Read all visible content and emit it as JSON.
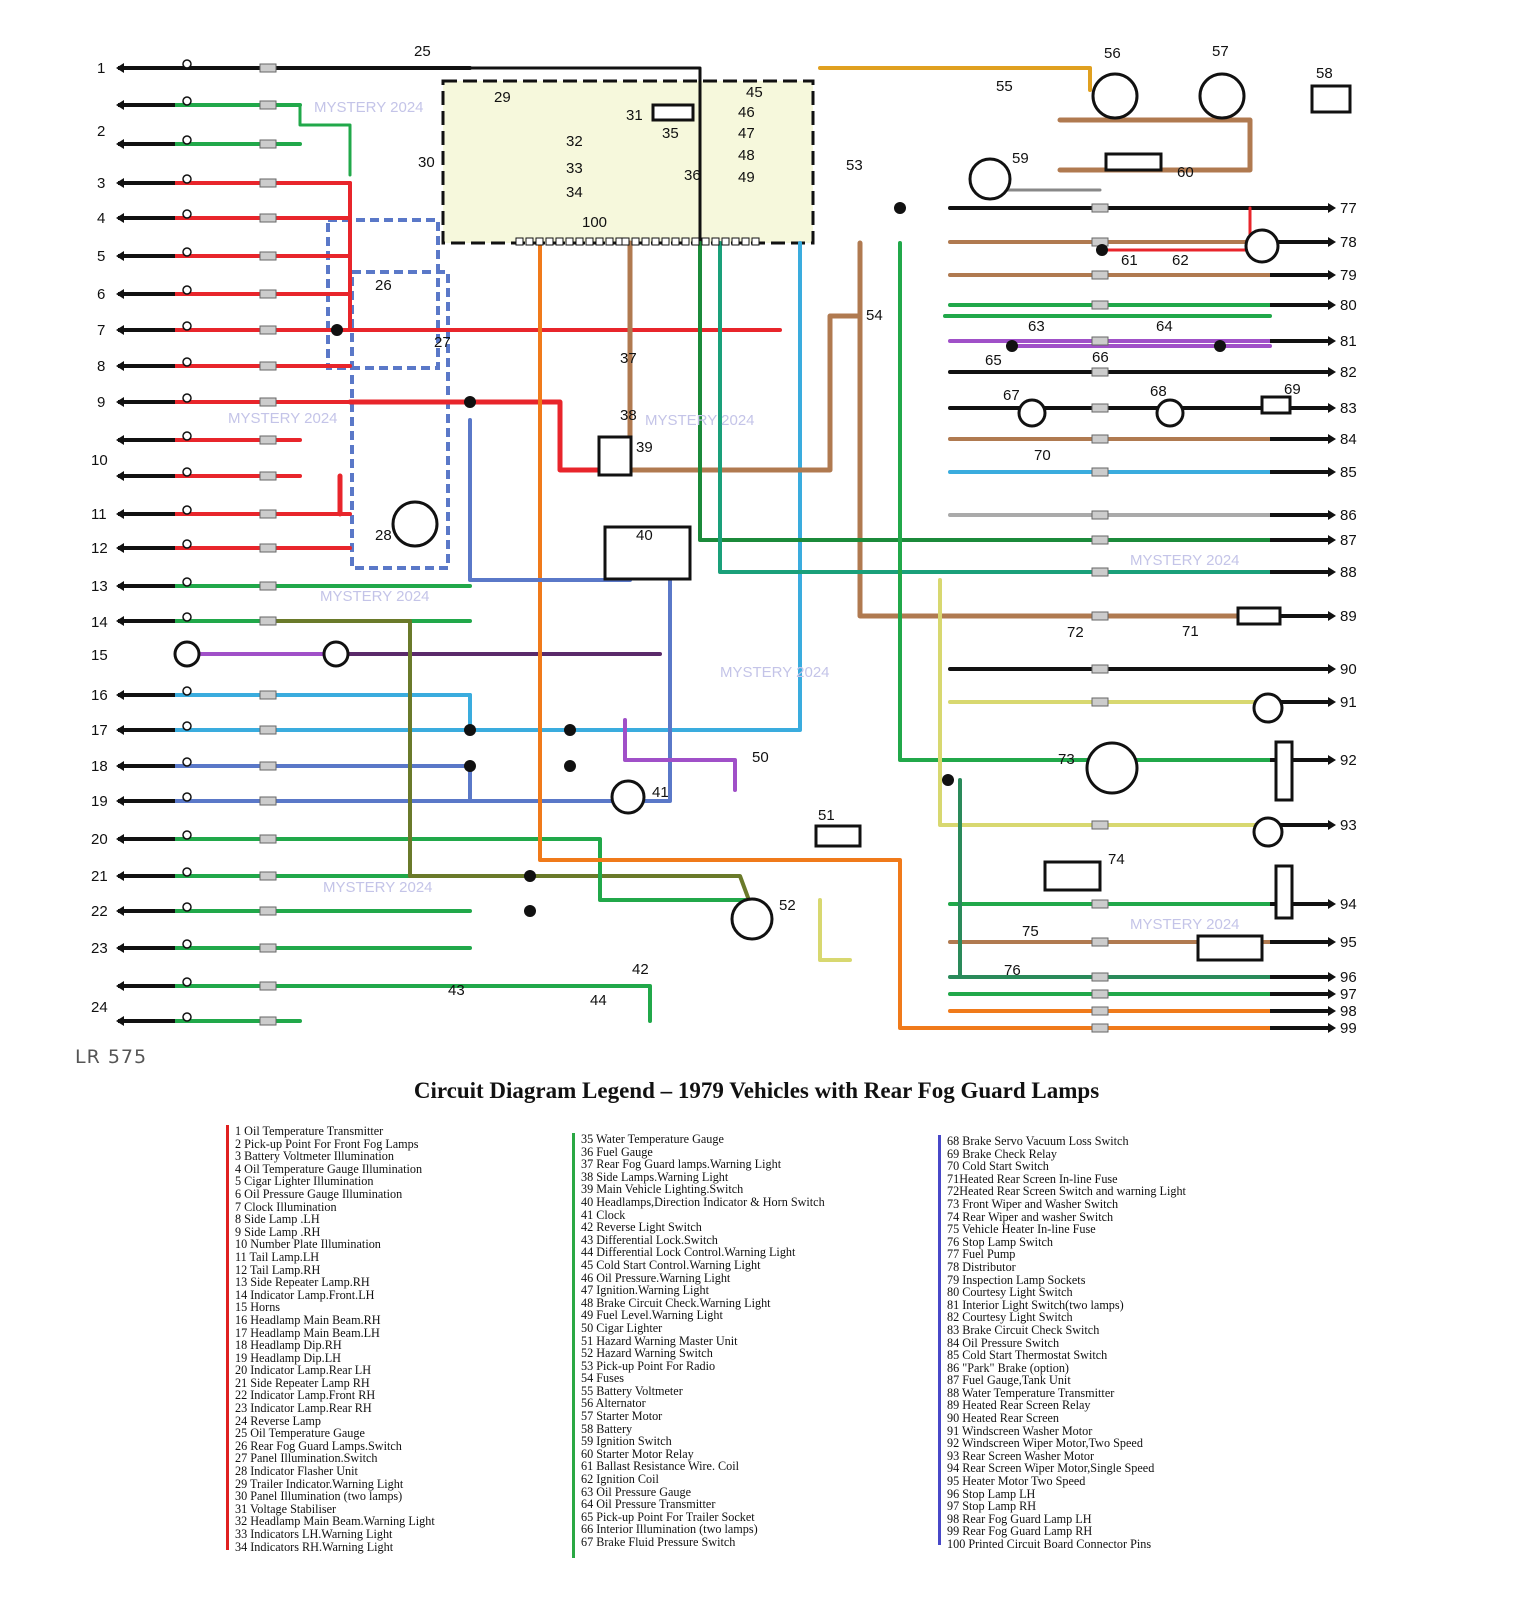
{
  "drawing_code": "LR 575",
  "watermark": "MYSTERY 2024",
  "legend_title": "Circuit Diagram Legend – 1979 Vehicles with Rear Fog Guard Lamps",
  "left_labels": [
    "1",
    "2",
    "3",
    "4",
    "5",
    "6",
    "7",
    "8",
    "9",
    "10",
    "11",
    "12",
    "13",
    "14",
    "15",
    "16",
    "17",
    "18",
    "19",
    "20",
    "21",
    "22",
    "23",
    "24"
  ],
  "right_labels": [
    "77",
    "78",
    "79",
    "80",
    "81",
    "82",
    "83",
    "84",
    "85",
    "86",
    "87",
    "88",
    "89",
    "90",
    "91",
    "92",
    "93",
    "94",
    "95",
    "96",
    "97",
    "98",
    "99"
  ],
  "component_labels": [
    "25",
    "26",
    "27",
    "28",
    "29",
    "30",
    "31",
    "32",
    "33",
    "34",
    "35",
    "36",
    "37",
    "38",
    "39",
    "40",
    "41",
    "42",
    "43",
    "44",
    "45",
    "46",
    "47",
    "48",
    "49",
    "50",
    "51",
    "52",
    "53",
    "54",
    "55",
    "56",
    "57",
    "58",
    "59",
    "60",
    "61",
    "62",
    "63",
    "64",
    "65",
    "66",
    "67",
    "68",
    "69",
    "70",
    "71",
    "72",
    "73",
    "74",
    "75",
    "76",
    "100"
  ],
  "legend": {
    "col1": [
      " 1  Oil Temperature Transmitter",
      " 2  Pick-up Point For Front Fog Lamps",
      " 3  Battery Voltmeter Illumination",
      " 4  Oil Temperature Gauge Illumination",
      " 5  Cigar Lighter Illumination",
      " 6  Oil Pressure Gauge Illumination",
      " 7  Clock Illumination",
      " 8  Side Lamp .LH",
      " 9  Side Lamp .RH",
      "10  Number Plate Illumination",
      "11  Tail Lamp.LH",
      "12  Tail Lamp.RH",
      "13  Side Repeater Lamp.RH",
      "14  Indicator Lamp.Front.LH",
      "15  Horns",
      "16  Headlamp Main Beam.RH",
      "17  Headlamp Main Beam.LH",
      "18  Headlamp Dip.RH",
      "19  Headlamp Dip.LH",
      "20  Indicator Lamp.Rear LH",
      "21  Side Repeater Lamp RH",
      "22  Indicator Lamp.Front RH",
      "23  Indicator Lamp.Rear RH",
      "24  Reverse Lamp",
      "25  Oil Temperature Gauge",
      "26 Rear Fog Guard Lamps.Switch",
      "27  Panel Illumination.Switch",
      "28  Indicator Flasher Unit",
      "29  Trailer Indicator.Warning Light",
      "30  Panel Illumination (two lamps)",
      "31  Voltage Stabiliser",
      "32 Headlamp Main Beam.Warning Light",
      "33 Indicators LH.Warning Light",
      "34 Indicators RH.Warning Light"
    ],
    "col2": [
      "35 Water Temperature Gauge",
      "36 Fuel Gauge",
      "37 Rear Fog Guard lamps.Warning Light",
      "38 Side Lamps.Warning Light",
      "39 Main Vehicle Lighting.Switch",
      "40  Headlamps,Direction Indicator & Horn Switch",
      "41 Clock",
      "42  Reverse Light Switch",
      "43  Differential Lock.Switch",
      "44  Differential Lock Control.Warning Light",
      "45  Cold Start Control.Warning Light",
      "46  Oil Pressure.Warning Light",
      "47  Ignition.Warning Light",
      "48  Brake Circuit Check.Warning Light",
      "49  Fuel Level.Warning Light",
      "50  Cigar Lighter",
      "51  Hazard Warning Master Unit",
      "52  Hazard Warning Switch",
      "53  Pick-up Point For Radio",
      "54  Fuses",
      "55  Battery Voltmeter",
      "56  Alternator",
      "57  Starter Motor",
      "58  Battery",
      "59  Ignition Switch",
      "60  Starter Motor Relay",
      "61  Ballast Resistance Wire. Coil",
      "62  Ignition Coil",
      "63  Oil Pressure Gauge",
      "64  Oil Pressure Transmitter",
      "65  Pick-up Point For Trailer Socket",
      "66  Interior Illumination (two lamps)",
      "67  Brake Fluid Pressure Switch"
    ],
    "col3": [
      "68 Brake Servo Vacuum Loss Switch",
      "69  Brake Check Relay",
      "70  Cold Start Switch",
      "71Heated Rear Screen In-line Fuse",
      "72Heated Rear Screen Switch and warning Light",
      "73  Front Wiper and Washer Switch",
      "74  Rear Wiper and washer Switch",
      "75  Vehicle Heater In-line Fuse",
      "76  Stop Lamp Switch",
      "77  Fuel Pump",
      "78  Distributor",
      "79 Inspection Lamp Sockets",
      "80  Courtesy  Light Switch",
      "81 Interior Light Switch(two lamps)",
      "82  Courtesy  Light Switch",
      "83  Brake Circuit Check Switch",
      "84  Oil Pressure Switch",
      "85  Cold Start Thermostat Switch",
      "86  \"Park\" Brake (option)",
      "87  Fuel Gauge,Tank Unit",
      "88 Water Temperature Transmitter",
      "89 Heated Rear Screen Relay",
      "90 Heated Rear Screen",
      "91 Windscreen Washer Motor",
      "92  Windscreen Wiper Motor,Two Speed",
      "93  Rear Screen Washer Motor",
      "94  Rear Screen Wiper Motor,Single Speed",
      "95 Heater Motor Two Speed",
      "96   Stop Lamp LH",
      "97   Stop Lamp RH",
      "98  Rear Fog Guard Lamp LH",
      "99  Rear Fog Guard Lamp RH",
      "100  Printed Circuit Board Connector Pins"
    ]
  },
  "colors": {
    "red": "#e8252b",
    "green": "#21a84a",
    "brown": "#b07a50",
    "blue": "#5a78c8",
    "lightblue": "#3aacde",
    "purple": "#a050c8",
    "yellow": "#d8d870",
    "orange": "#f07a1a",
    "black": "#111111",
    "board": "#f6f8dc"
  }
}
